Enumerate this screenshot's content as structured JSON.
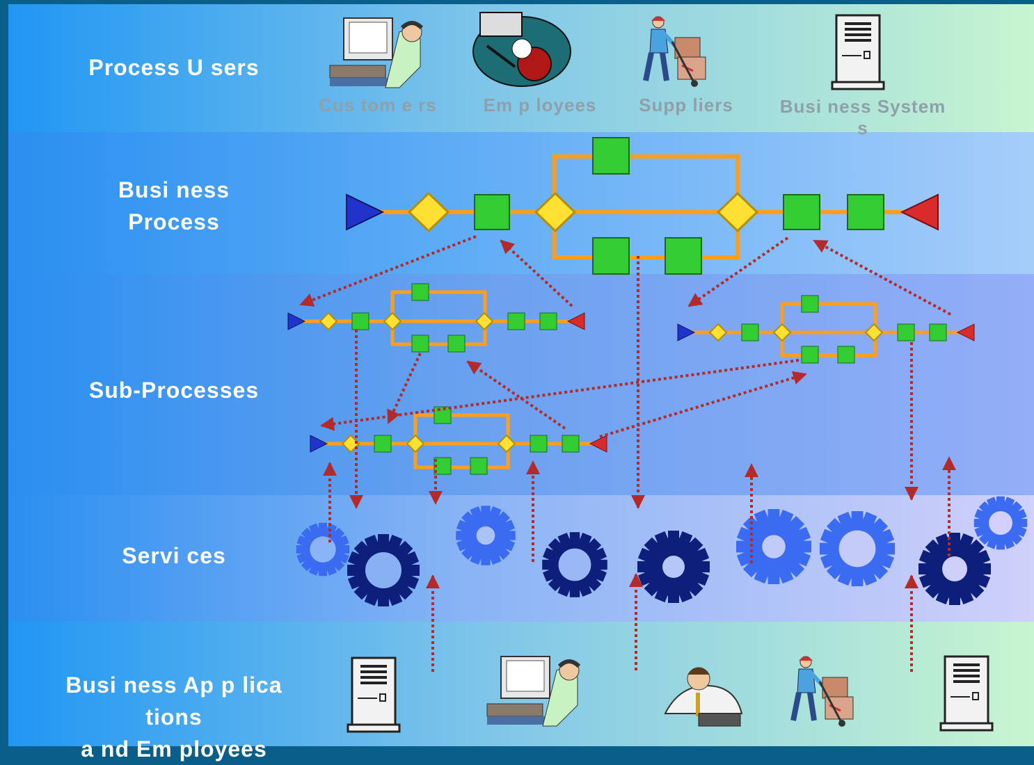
{
  "layers": {
    "process_users": "Process U sers",
    "business_process_line1": "Busi ness",
    "business_process_line2": "Process",
    "sub_processes": "Sub-Processes",
    "services": "Servi ces",
    "apps_line1": "Busi ness Ap p lica tions",
    "apps_line2": "a nd Em ployees"
  },
  "users": {
    "customers": "Cus tom e rs",
    "employees": "Em p loyees",
    "suppliers": "Supp liers",
    "business_systems": "Busi ness System s"
  },
  "colors": {
    "flow_line": "#ff9e1b",
    "activity": "#33cc33",
    "gateway": "#ffe033",
    "start": "#2233cc",
    "end": "#d92b2b",
    "arrow": "#b32a2a",
    "gear_dark": "#0d1f7a",
    "gear_light": "#3a6bf0"
  }
}
